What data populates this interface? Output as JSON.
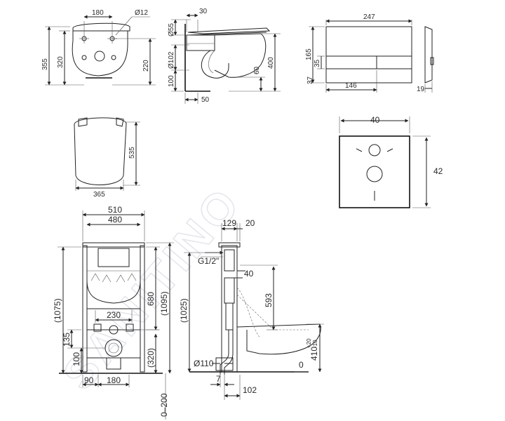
{
  "watermark": "SANITINO",
  "views": {
    "front_bowl": {
      "d_width": "180",
      "d_hole": "Ø12",
      "d_height_total": "355",
      "d_height": "320",
      "d_floor": "220"
    },
    "side_bowl": {
      "d_top": "30",
      "d_d55": "Ø55",
      "d_d102": "Ø102",
      "d_100": "100",
      "d_400": "400",
      "d_60": "60",
      "d_50": "50"
    },
    "plate_front": {
      "d_width": "247",
      "d_height": "165",
      "d_37": "37",
      "d_35": "35",
      "d_146": "146",
      "d_19": "19"
    },
    "top_bowl": {
      "d_length": "535",
      "d_width": "365"
    },
    "panel": {
      "d_width": "40",
      "d_height": "42"
    },
    "frame_front": {
      "d_510": "510",
      "d_480": "480",
      "d_1075": "(1075)",
      "d_680": "680",
      "d_1095": "(1095)",
      "d_230": "230",
      "d_135": "135",
      "d_100": "100",
      "d_320": "(320)",
      "d_90": "90",
      "d_180": "180",
      "d_0_200": "0–200"
    },
    "frame_side": {
      "d_129": "129",
      "d_20": "20",
      "d_g12": "G1/2\"",
      "d_40": "40",
      "d_1025": "(1025)",
      "d_593": "593",
      "d_410": "410",
      "d_tol_plus": "+20",
      "d_tol_minus": "-10",
      "d_110": "Ø110",
      "d_0": "0",
      "d_7": "7",
      "d_102": "102"
    }
  }
}
